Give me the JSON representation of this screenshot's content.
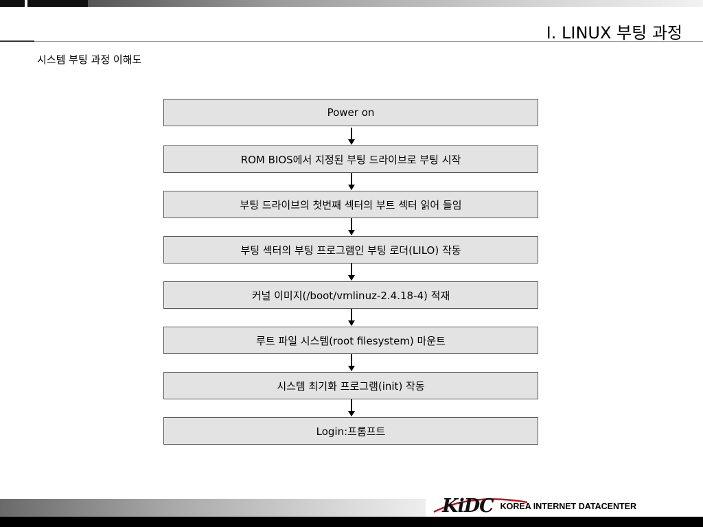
{
  "header": {
    "title": "Ⅰ. LINUX 부팅 과정"
  },
  "subtitle": "시스템 부팅 과정 이해도",
  "flowchart": {
    "steps": [
      "Power on",
      "ROM BIOS에서 지정된 부팅 드라이브로 부팅 시작",
      "부팅 드라이브의 첫번째 섹터의 부트 섹터 읽어 들임",
      "부팅 섹터의 부팅 프로그램인 부팅 로더(LILO) 작동",
      "커널 이미지(/boot/vmlinuz-2.4.18-4) 적재",
      "루트 파일 시스템(root filesystem) 마운트",
      "시스템 최기화 프로그램(init) 작동",
      "Login:프롬프트"
    ]
  },
  "footer": {
    "logo_mark": "KiDC",
    "logo_text": "KOREA INTERNET DATACENTER"
  }
}
